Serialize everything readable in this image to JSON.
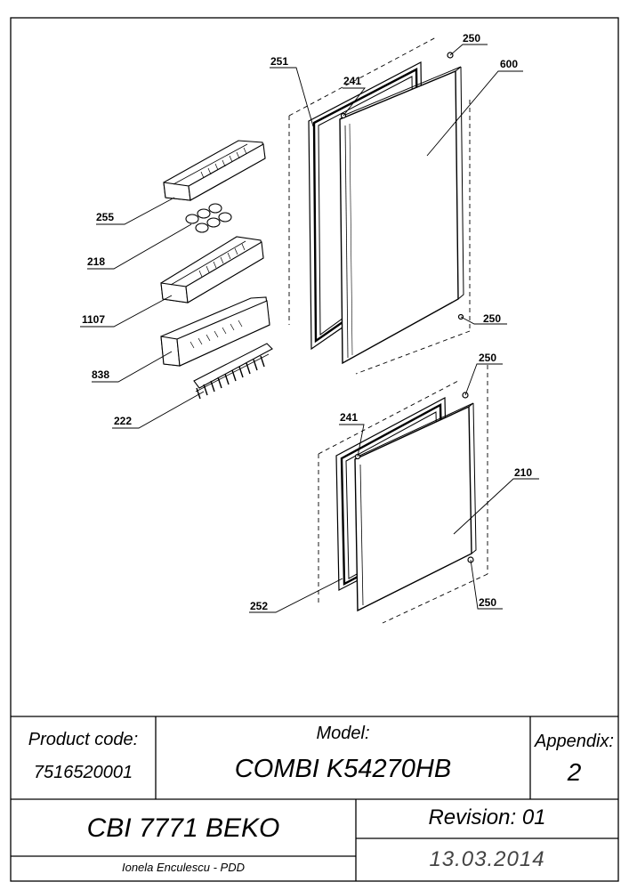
{
  "parts": {
    "p250_top": "250",
    "p251": "251",
    "p241_top": "241",
    "p600": "600",
    "p255": "255",
    "p218": "218",
    "p1107": "1107",
    "p838": "838",
    "p222": "222",
    "p250_mid": "250",
    "p250_low": "250",
    "p241_low": "241",
    "p210": "210",
    "p252": "252",
    "p250_bottom": "250"
  },
  "title_block": {
    "product_code_label": "Product code:",
    "product_code_value": "7516520001",
    "model_label": "Model:",
    "model_value": "COMBI K54270HB",
    "appendix_label": "Appendix:",
    "appendix_value": "2",
    "product_name": "CBI 7771 BEKO",
    "revision": "Revision: 01",
    "author": "Ionela Enculescu - PDD",
    "date": "13.03.2014"
  }
}
